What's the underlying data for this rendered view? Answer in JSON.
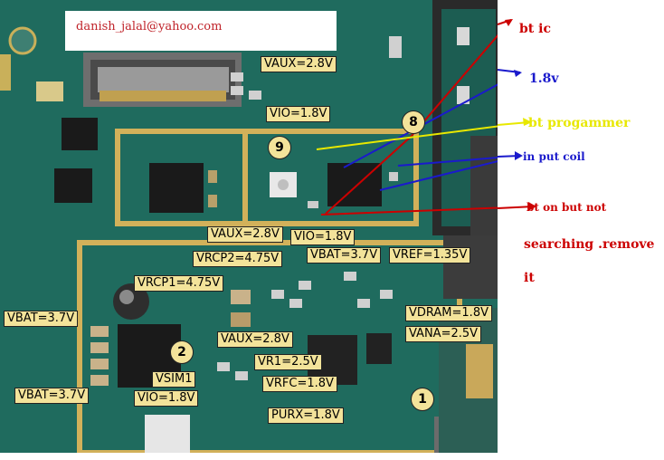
{
  "email": "danish_jalal@yahoo.com",
  "labels": {
    "vaux_top": "VAUX=2.8V",
    "vio_top": "VIO=1.8V",
    "vaux_mid": "VAUX=2.8V",
    "vio_mid": "VIO=1.8V",
    "vrcp2": "VRCP2=4.75V",
    "vbat_mid": "VBAT=3.7V",
    "vref": "VREF=1.35V",
    "vrcp1": "VRCP1=4.75V",
    "vbat_left": "VBAT=3.7V",
    "vdram": "VDRAM=1.8V",
    "vaux_low": "VAUX=2.8V",
    "vana": "VANA=2.5V",
    "vr1": "VR1=2.5V",
    "vsim1": "VSIM1",
    "vrfc": "VRFC=1.8V",
    "vbat_bottom": "VBAT=3.7V",
    "vio_bottom": "VIO=1.8V",
    "purx": "PURX=1.8V"
  },
  "markers": {
    "m1": "1",
    "m2": "2",
    "m8": "8",
    "m9": "9"
  },
  "annotations": {
    "bt_ic": "bt ic",
    "v18": "1.8v",
    "bt_programmer": "bt progammer",
    "input_coil": "in put coil",
    "bt_on": "bt on but not",
    "searching": "searching .remove",
    "it": "it"
  },
  "colors": {
    "board": "#1f6b5e",
    "label_bg": "#f3e39a",
    "red": "#cc0000",
    "blue": "#1a1acc",
    "yellow": "#e8e800"
  }
}
